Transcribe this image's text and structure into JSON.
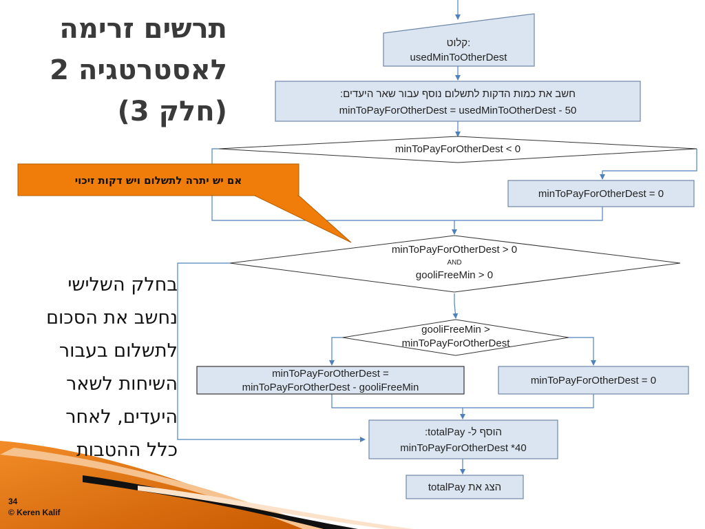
{
  "title": {
    "line1": "תרשים זרימה",
    "line2": "לאסטרטגיה 2",
    "line3": "(חלק 3)"
  },
  "side_text": {
    "line1": "בחלק השלישי",
    "line2": "נחשב את הסכום",
    "line3": "לתשלום בעבור",
    "line4": "השיחות לשאר",
    "line5": "היעדים, לאחר",
    "line6": "כלל ההטבות"
  },
  "callout": {
    "text": "אם יש יתרה לתשלום ויש דקות זיכוי"
  },
  "flowchart": {
    "input_box": {
      "line1": ":קלוט",
      "line2": "usedMinToOtherDest"
    },
    "calc_box": {
      "line1": "חשב את כמות הדקות לתשלום נוסף עבור שאר היעדים:",
      "line2": "minToPayForOtherDest = usedMinToOtherDest - 50"
    },
    "decision1": {
      "text": "minToPayForOtherDest < 0"
    },
    "assign_zero": {
      "text": "minToPayForOtherDest  = 0"
    },
    "decision2": {
      "line1": "minToPayForOtherDest > 0",
      "line2": "AND",
      "line3": "gooliFreeMin > 0"
    },
    "decision3": {
      "line1": "gooliFreeMin >",
      "line2": "minToPayForOtherDest"
    },
    "subtract_box": {
      "line1": "minToPayForOtherDest  =",
      "line2": "minToPayForOtherDest  - gooliFreeMin"
    },
    "assign_zero2": {
      "text": "minToPayForOtherDest  = 0"
    },
    "add_box": {
      "line1": "הוסף ל- totalPay:",
      "line2": "minToPayForOtherDest *40"
    },
    "output_box": {
      "text": "הצג את totalPay"
    }
  },
  "footer": {
    "page": "34",
    "copyright": "© Keren Kalif"
  },
  "colors": {
    "box_fill": "#dbe5f1",
    "box_border": "#6d87a6",
    "connector": "#4f81bd",
    "callout_fill": "#f07d0a",
    "title": "#3a3a3a"
  }
}
